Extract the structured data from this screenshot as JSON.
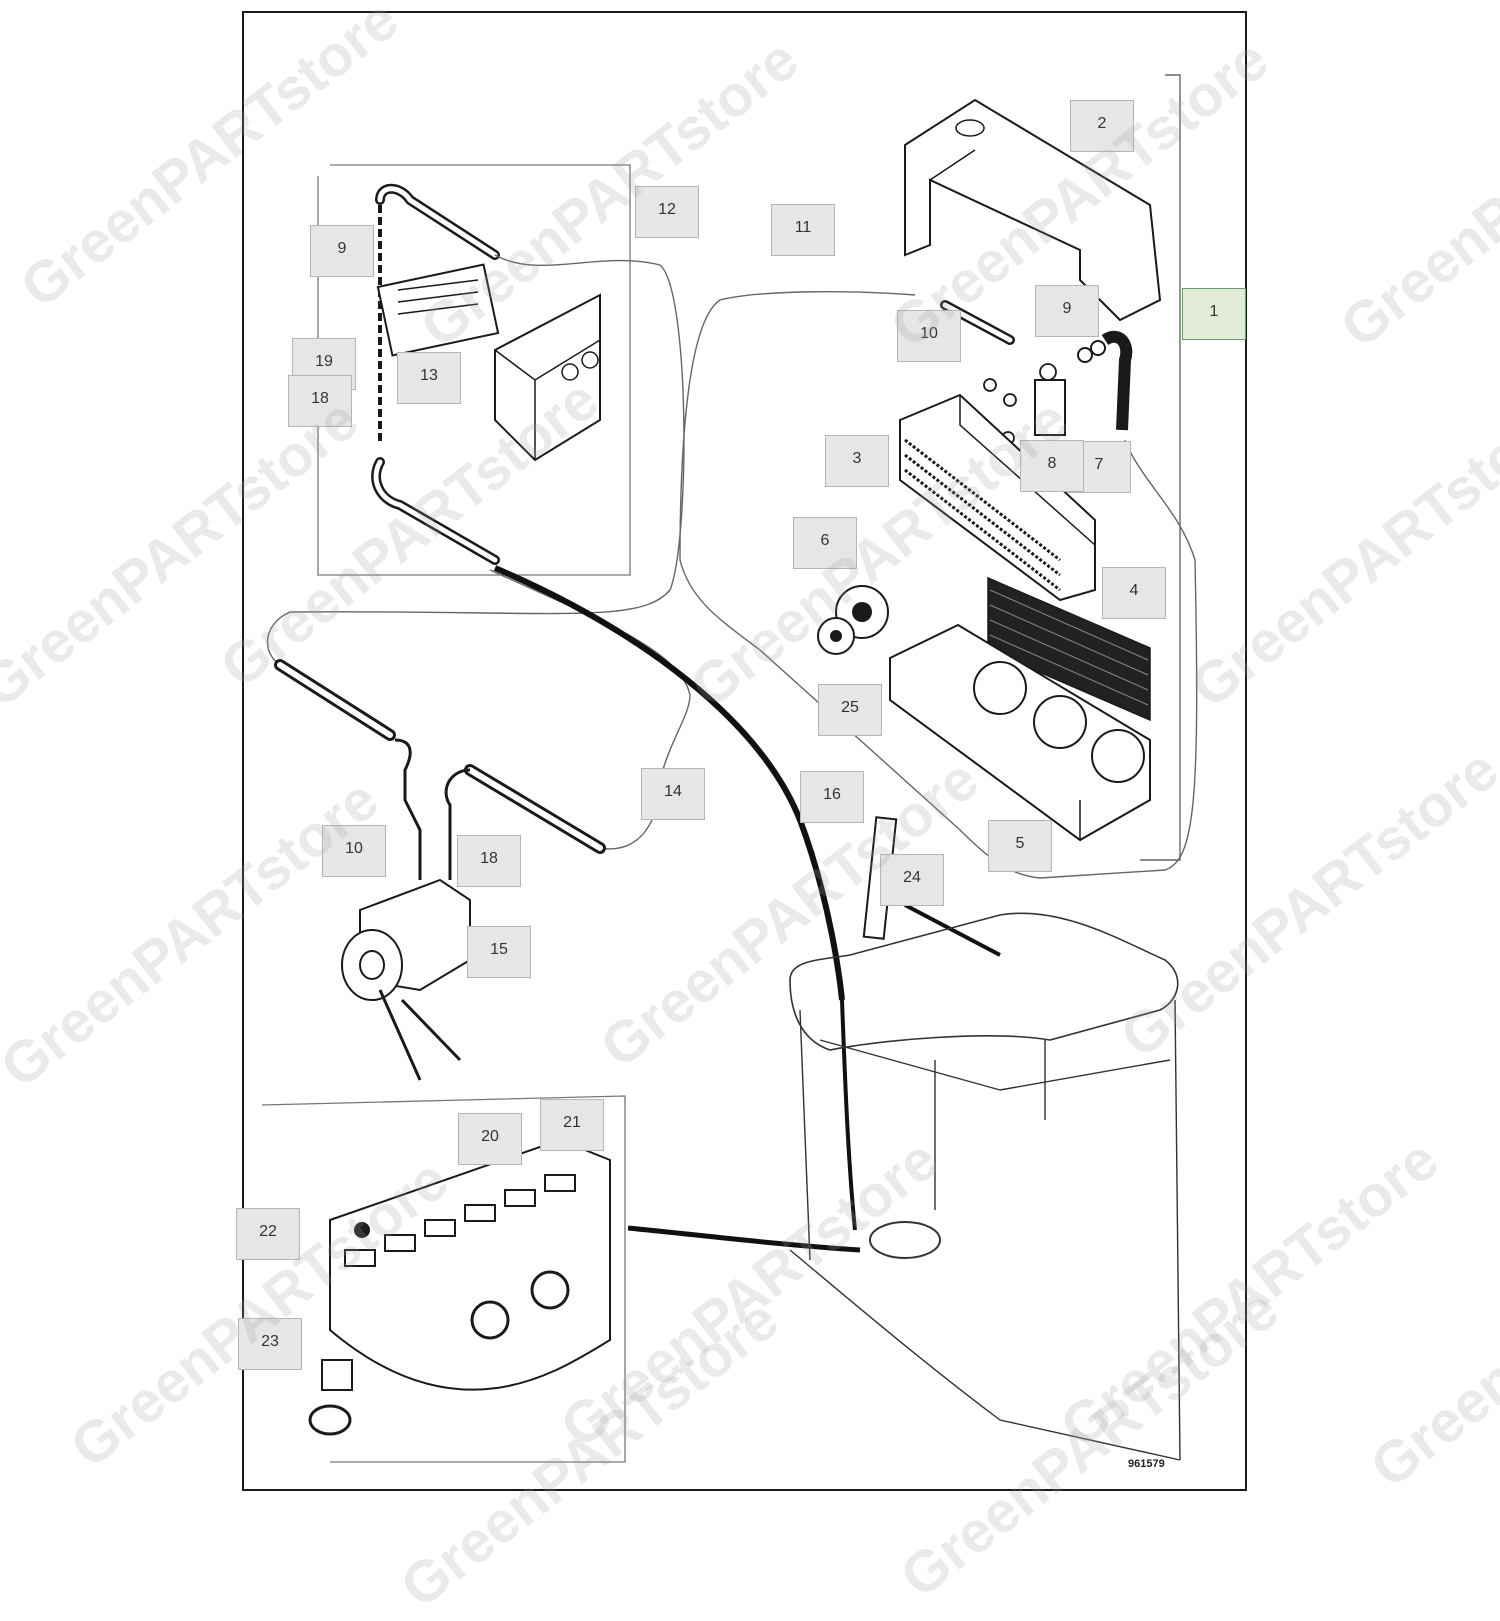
{
  "watermark": "GreenPARTstore",
  "drawing_number": "961579",
  "active_callout": "1",
  "callouts": [
    "1",
    "2",
    "3",
    "4",
    "5",
    "6",
    "7",
    "8",
    "9",
    "10",
    "11",
    "12",
    "13",
    "14",
    "15",
    "16",
    "18",
    "19",
    "20",
    "21",
    "22",
    "23",
    "24",
    "25",
    "10",
    "9",
    "18"
  ],
  "colors": {
    "line": "#1a1a1a",
    "callout_bg": "#e6e6e6",
    "callout_border": "#b5b5b5",
    "active_border": "#5aa85a"
  }
}
